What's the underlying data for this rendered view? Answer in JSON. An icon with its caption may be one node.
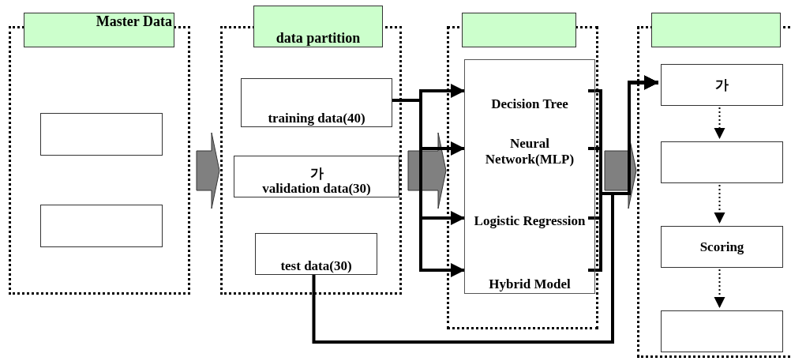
{
  "diagram": {
    "nodes": [
      {
        "text": [
          "Master Data"
        ]
      },
      {
        "text": [],
        "shape": "box",
        "in": 0
      },
      {
        "text": [],
        "shape": "box",
        "in": 0
      },
      {
        "text": [
          "data partition"
        ]
      },
      {
        "text": [
          "training data(40)"
        ],
        "in": 3
      },
      {
        "text": [
          "가",
          "validation data(30)"
        ],
        "in": 3
      },
      {
        "text": [
          "test data(30)"
        ],
        "in": 3
      },
      {
        "text": [],
        "shape": "box"
      },
      {
        "text": [],
        "shape": "box",
        "in": 7
      },
      {
        "text": [
          "Decision Tree"
        ],
        "in": 8
      },
      {
        "text": [
          "Neural Network(MLP)"
        ],
        "in": 8
      },
      {
        "text": [
          "Logistic Regression"
        ],
        "in": 8
      },
      {
        "text": [
          "Hybrid Model"
        ],
        "in": 8
      },
      {
        "text": [],
        "shape": "box"
      },
      {
        "text": [
          "가"
        ],
        "in": 13
      },
      {
        "text": [],
        "shape": "box",
        "in": 13
      },
      {
        "text": [
          "Scoring"
        ],
        "in": 13
      },
      {
        "text": [],
        "shape": "box",
        "in": 13
      }
    ],
    "edges": [
      {
        "from": 0,
        "to": 3,
        "arrow": "to",
        "color": "#808080"
      },
      {
        "from": 3,
        "to": 7,
        "arrow": "to",
        "color": "#808080"
      },
      {
        "from": 7,
        "to": 13,
        "arrow": "to",
        "color": "#808080"
      },
      {
        "from": 4,
        "to": 9,
        "arrow": "to"
      },
      {
        "from": 4,
        "to": 10,
        "arrow": "to"
      },
      {
        "from": 4,
        "to": 11,
        "arrow": "to"
      },
      {
        "from": 4,
        "to": 12,
        "arrow": "to"
      },
      {
        "from": 9,
        "to": 14,
        "arrow": "to"
      },
      {
        "from": 10,
        "to": 14,
        "arrow": "to"
      },
      {
        "from": 11,
        "to": 14,
        "arrow": "to"
      },
      {
        "from": 12,
        "to": 14,
        "arrow": "to"
      },
      {
        "from": 6,
        "to": 14,
        "arrow": "to"
      },
      {
        "from": 14,
        "to": 15,
        "arrow": "to",
        "style": "dashed"
      },
      {
        "from": 15,
        "to": 16,
        "arrow": "to",
        "style": "dashed"
      },
      {
        "from": 16,
        "to": 17,
        "arrow": "to",
        "style": "dashed"
      }
    ]
  }
}
